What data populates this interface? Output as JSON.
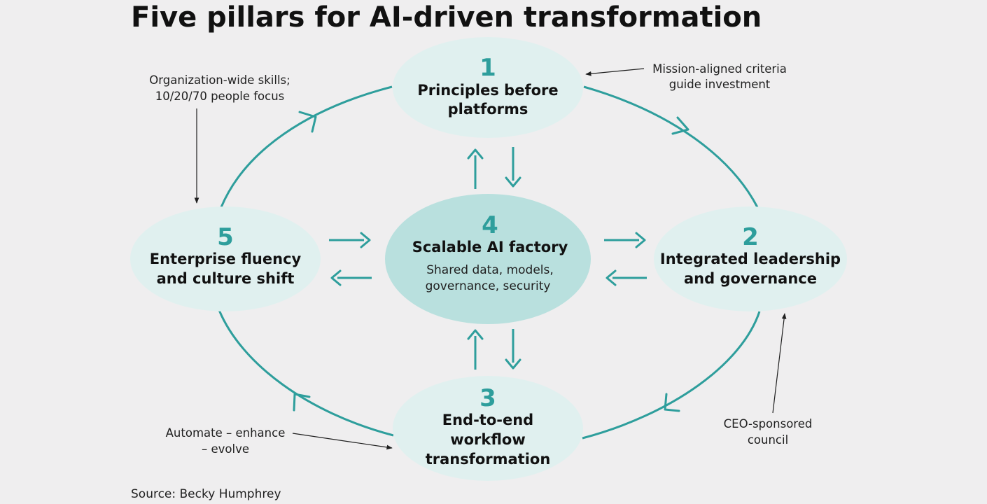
{
  "title": "Five pillars for AI-driven transformation",
  "colors": {
    "accent": "#2e9e9c",
    "node_fill": "#e0f0ef",
    "center_fill": "#b9e0de",
    "background": "#efeeef",
    "text": "#111111"
  },
  "pillars": {
    "p1": {
      "number": "1",
      "line1": "Principles before",
      "line2": "platforms"
    },
    "p2": {
      "number": "2",
      "line1": "Integrated leadership",
      "line2": "and governance"
    },
    "p3": {
      "number": "3",
      "line1": "End-to-end",
      "line2": "workflow",
      "line3": "transformation"
    },
    "p4": {
      "number": "4",
      "line1": "Scalable AI factory",
      "sub1": "Shared data, models,",
      "sub2": "governance, security"
    },
    "p5": {
      "number": "5",
      "line1": "Enterprise fluency",
      "line2": "and culture shift"
    }
  },
  "callouts": {
    "skills": {
      "line1": "Organization-wide skills;",
      "line2": "10/20/70 people focus"
    },
    "mission": {
      "line1": "Mission-aligned criteria",
      "line2": "guide investment"
    },
    "automate": {
      "line1": "Automate – enhance",
      "line2": "– evolve"
    },
    "ceo": {
      "line1": "CEO-sponsored",
      "line2": "council"
    }
  },
  "source": "Source: Becky Humphrey"
}
